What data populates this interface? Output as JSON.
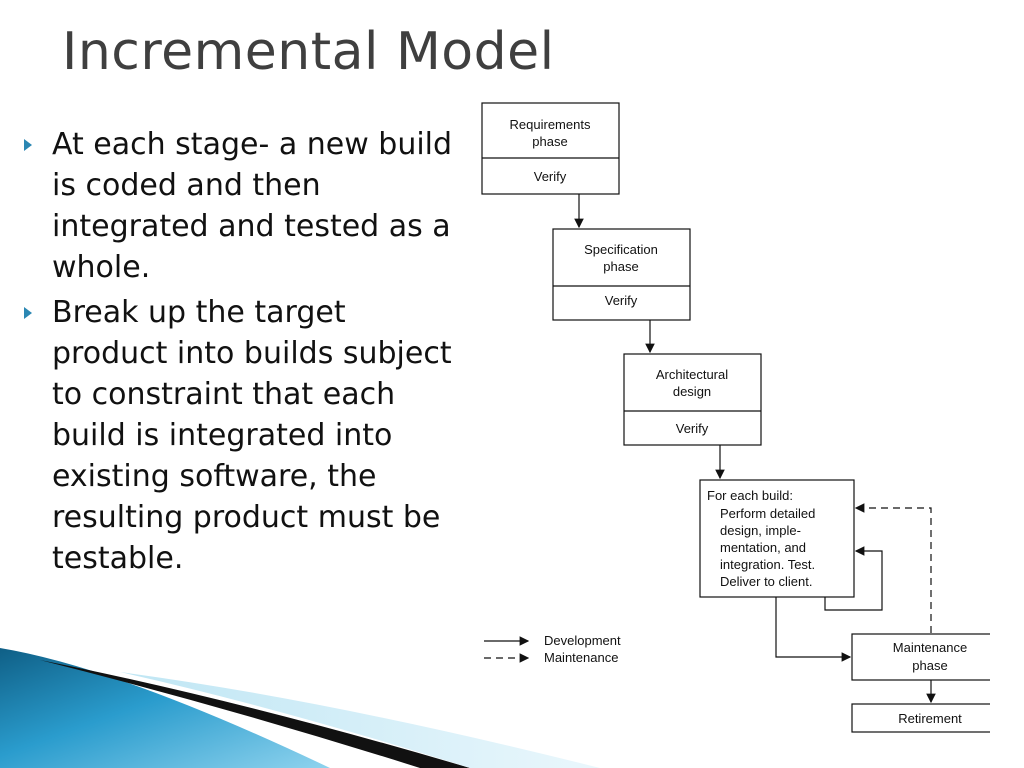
{
  "slide": {
    "title": "Incremental Model",
    "bullets": [
      "At each stage- a new build is coded and then integrated and tested as a whole.",
      "Break up the target product into builds subject to constraint that each build is integrated into existing software, the resulting product must be testable."
    ]
  },
  "diagram": {
    "requirements": {
      "line1": "Requirements",
      "line2": "phase",
      "verify": "Verify"
    },
    "specification": {
      "line1": "Specification",
      "line2": "phase",
      "verify": "Verify"
    },
    "architectural": {
      "line1": "Architectural",
      "line2": "design",
      "verify": "Verify"
    },
    "build": {
      "lines": [
        "For each build:",
        "Perform detailed",
        "design, imple-",
        "mentation, and",
        "integration. Test.",
        "Deliver to client."
      ]
    },
    "maintenance": {
      "line1": "Maintenance",
      "line2": "phase"
    },
    "retirement": {
      "label": "Retirement"
    },
    "legend": {
      "development": "Development",
      "maintenance": "Maintenance"
    }
  },
  "colors": {
    "title": "#3f3f3f",
    "bullet_marker": "#2b87b3",
    "swoosh_blue": "#1e86b4",
    "swoosh_dark": "#111111"
  }
}
